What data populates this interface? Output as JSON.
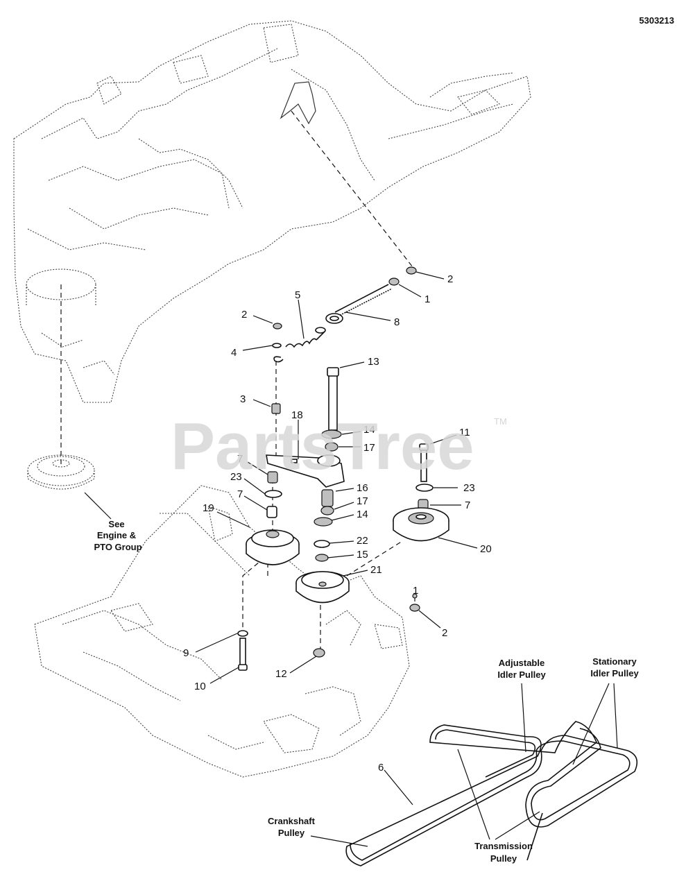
{
  "document_id": "5303213",
  "watermark": {
    "text": "PartsTree",
    "tm": "TM"
  },
  "part_numbers": [
    {
      "id": "n2a",
      "label": "2"
    },
    {
      "id": "n1",
      "label": "1"
    },
    {
      "id": "n5",
      "label": "5"
    },
    {
      "id": "n2b",
      "label": "2"
    },
    {
      "id": "n8",
      "label": "8"
    },
    {
      "id": "n4",
      "label": "4"
    },
    {
      "id": "n13",
      "label": "13"
    },
    {
      "id": "n3",
      "label": "3"
    },
    {
      "id": "n18",
      "label": "18"
    },
    {
      "id": "n14a",
      "label": "14"
    },
    {
      "id": "n11",
      "label": "11"
    },
    {
      "id": "n17a",
      "label": "17"
    },
    {
      "id": "n7a",
      "label": "7"
    },
    {
      "id": "n23a",
      "label": "23"
    },
    {
      "id": "n16",
      "label": "16"
    },
    {
      "id": "n23b",
      "label": "23"
    },
    {
      "id": "n7b",
      "label": "7"
    },
    {
      "id": "n17b",
      "label": "17"
    },
    {
      "id": "n7c",
      "label": "7"
    },
    {
      "id": "n19",
      "label": "19"
    },
    {
      "id": "n14b",
      "label": "14"
    },
    {
      "id": "n22",
      "label": "22"
    },
    {
      "id": "n20",
      "label": "20"
    },
    {
      "id": "n15",
      "label": "15"
    },
    {
      "id": "n21",
      "label": "21"
    },
    {
      "id": "n1b",
      "label": "1"
    },
    {
      "id": "n2c",
      "label": "2"
    },
    {
      "id": "n9",
      "label": "9"
    },
    {
      "id": "n12",
      "label": "12"
    },
    {
      "id": "n10",
      "label": "10"
    },
    {
      "id": "n6",
      "label": "6"
    }
  ],
  "callouts": {
    "see_engine": [
      "See",
      "Engine &",
      "PTO Group"
    ],
    "adjustable_idler": [
      "Adjustable",
      "Idler Pulley"
    ],
    "stationary_idler": [
      "Stationary",
      "Idler Pulley"
    ],
    "crankshaft": [
      "Crankshaft",
      "Pulley"
    ],
    "transmission": [
      "Transmission",
      "Pulley"
    ]
  }
}
